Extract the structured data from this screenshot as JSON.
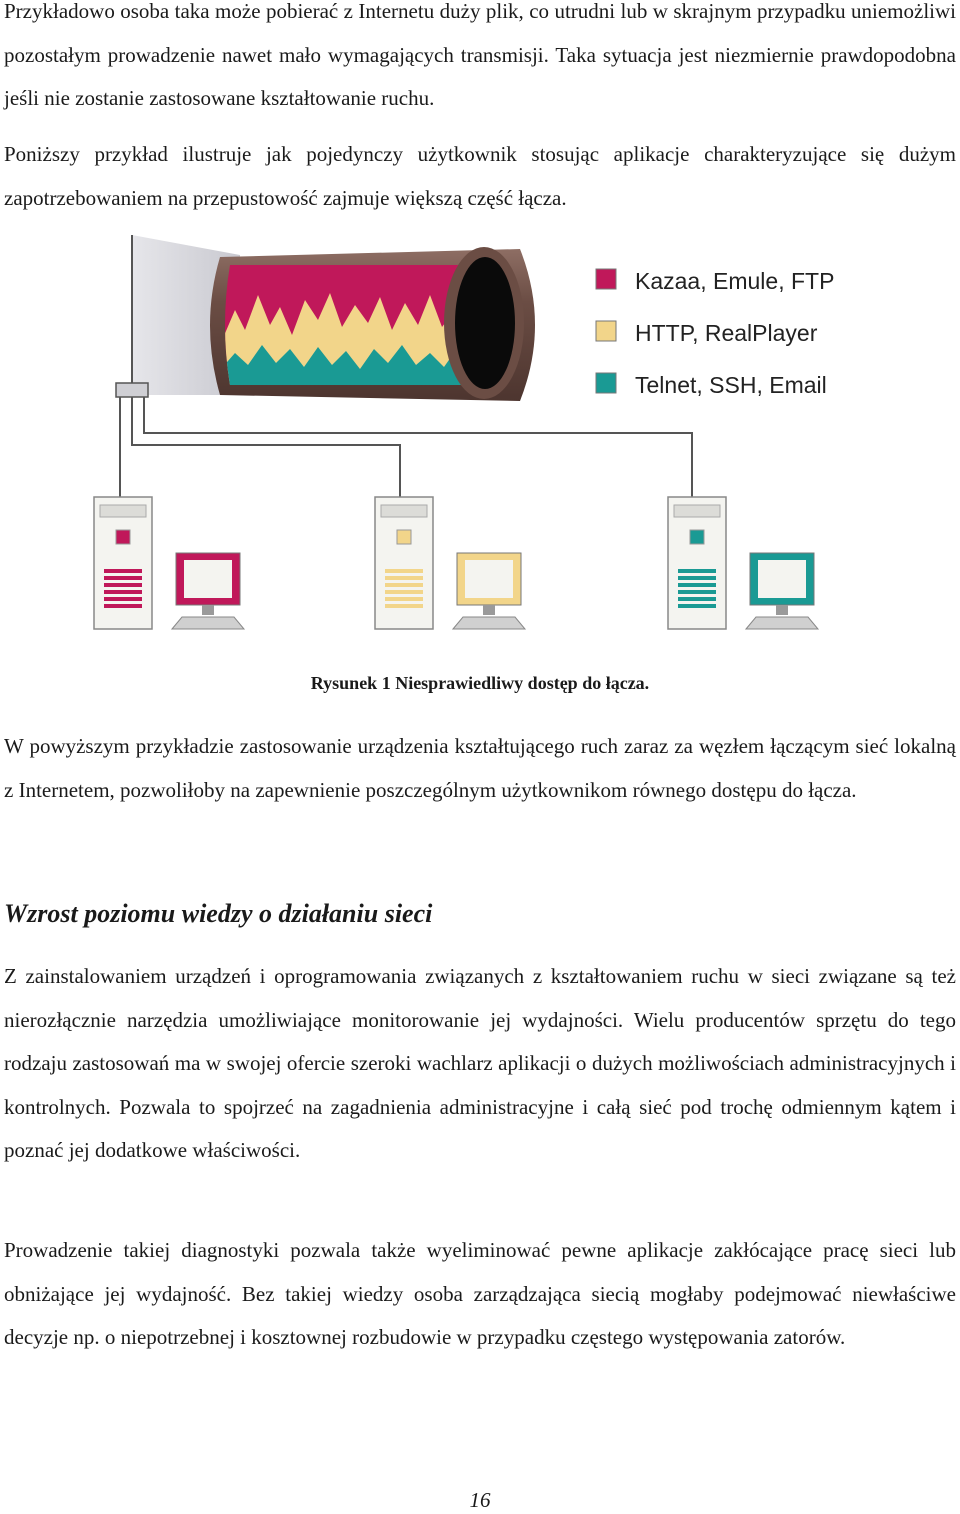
{
  "paragraphs": [
    "Przykładowo osoba taka może pobierać z Internetu duży plik, co utrudni lub w skrajnym przypadku uniemożliwi pozostałym prowadzenie nawet mało wymagających transmisji. Taka sytuacja jest niezmiernie prawdopodobna jeśli nie zostanie zastosowane kształtowanie ruchu.",
    "Poniższy przykład ilustruje jak pojedynczy użytkownik stosując aplikacje charakteryzujące się dużym zapotrzebowaniem na przepustowość zajmuje większą część łącza.",
    "W powyższym przykładzie zastosowanie urządzenia kształtującego ruch zaraz za węzłem łączącym sieć lokalną z Internetem, pozwoliłoby na zapewnienie poszczególnym użytkownikom równego dostępu do łącza.",
    "Z zainstalowaniem urządzeń i oprogramowania związanych z kształtowaniem ruchu w sieci związane są też nierozłącznie narzędzia umożliwiające monitorowanie jej wydajności. Wielu producentów sprzętu do tego rodzaju zastosowań ma w swojej ofercie szeroki wachlarz aplikacji o dużych możliwościach administracyjnych i kontrolnych. Pozwala to spojrzeć na zagadnienia administracyjne i całą sieć pod trochę odmiennym kątem i poznać jej dodatkowe właściwości.",
    "Prowadzenie takiej diagnostyki pozwala także wyeliminować pewne aplikacje zakłócające pracę sieci lub obniżające jej wydajność. Bez takiej wiedzy osoba zarządzająca siecią mogłaby podejmować niewłaściwe decyzje np. o niepotrzebnej i kosztownej rozbudowie w przypadku częstego występowania zatorów."
  ],
  "section_heading": "Wzrost poziomu wiedzy o działaniu sieci",
  "figure": {
    "caption": "Rysunek 1 Niesprawiedliwy dostęp do łącza.",
    "legend": [
      {
        "label": "Kazaa, Emule, FTP",
        "color": "#c0185a"
      },
      {
        "label": "HTTP, RealPlayer",
        "color": "#f2d58a"
      },
      {
        "label": "Telnet, SSH, Email",
        "color": "#1a9a94"
      }
    ],
    "pipe_color": "#7a5a50",
    "computers": [
      "pink",
      "yellow",
      "teal"
    ]
  },
  "page_number": "16"
}
